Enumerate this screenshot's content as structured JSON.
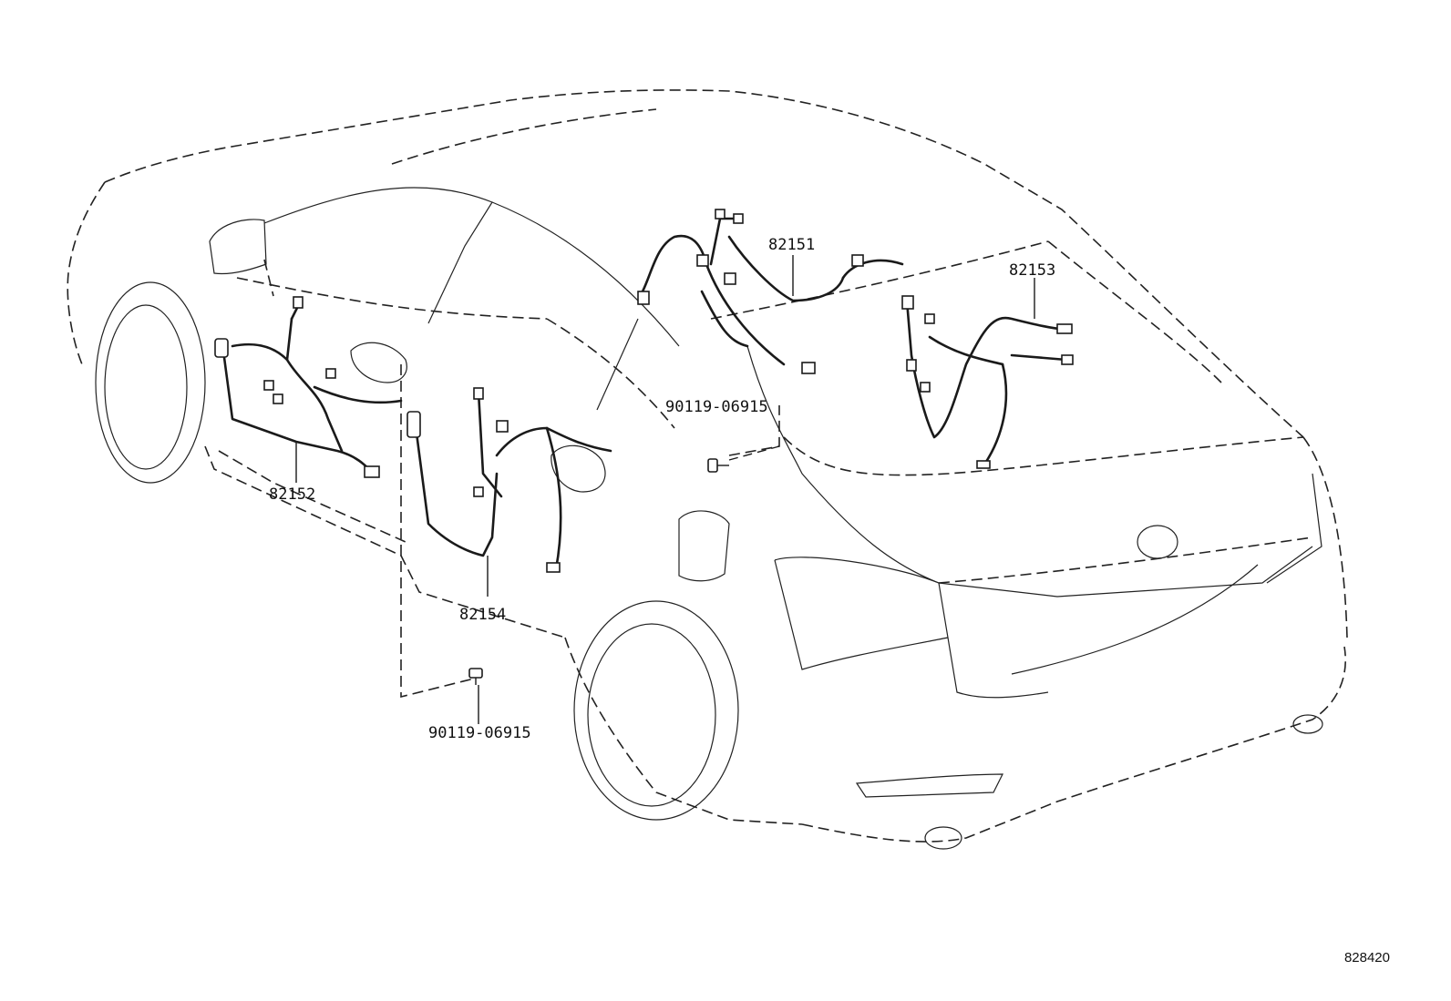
{
  "parts": {
    "p82151": "82151",
    "p82152": "82152",
    "p82153": "82153",
    "p82154": "82154",
    "clip_upper": "90119-06915",
    "clip_lower": "90119-06915"
  },
  "figure_ref": "828420"
}
